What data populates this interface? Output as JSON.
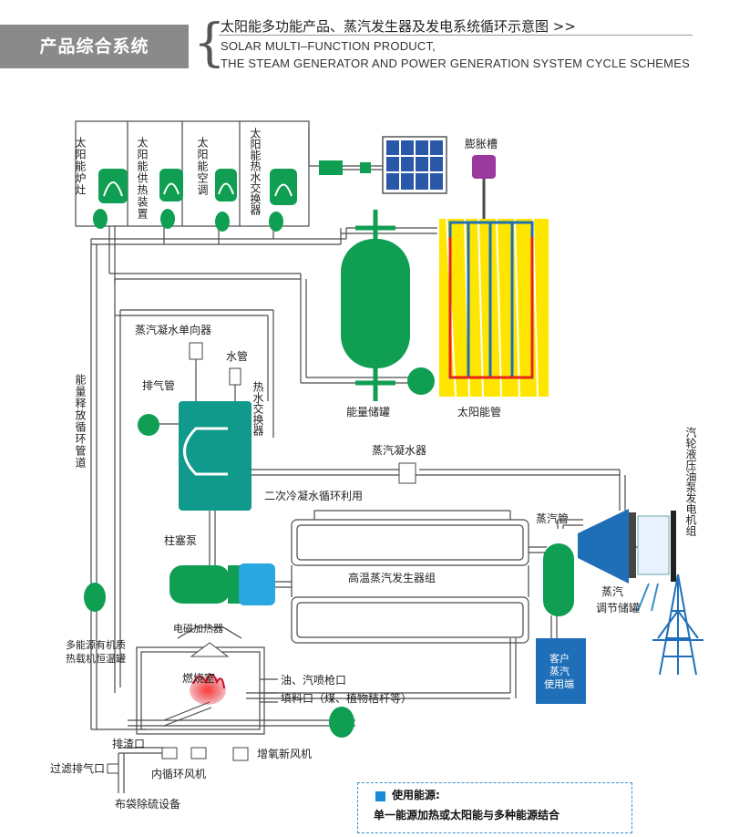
{
  "header": {
    "tag": "产品综合系统",
    "title_cn": "太阳能多功能产品、蒸汽发生器及发电系统循环示意图 >>",
    "title_en_line1": "SOLAR MULTI–FUNCTION PRODUCT,",
    "title_en_line2": "THE STEAM GENERATOR AND POWER GENERATION SYSTEM CYCLE SCHEMES"
  },
  "labels": {
    "solar_stove": "太阳能炉灶",
    "solar_heating": "太阳能供热装置",
    "solar_ac": "太阳能空调",
    "solar_hot_water_exchanger": "太阳能热水交换器",
    "expansion_tank": "膨胀槽",
    "steam_condensate_check_valve": "蒸汽凝水单向器",
    "water_pipe": "水管",
    "exhaust_pipe": "排气管",
    "hot_water_exchanger": "热水交换器",
    "energy_storage_tank": "能量储罐",
    "solar_tubes": "太阳能管",
    "energy_release_loop": "能量释放循环管道",
    "steam_condenser": "蒸汽凝水器",
    "secondary_condensate_reuse": "二次冷凝水循环利用",
    "turbine_generator": "汽轮液压油泵发电机组",
    "plunger_pump": "柱塞泵",
    "steam_pipe": "蒸汽管",
    "high_temp_steam_generator": "高温蒸汽发生器组",
    "steam_regulating_tank_1": "蒸汽",
    "steam_regulating_tank_2": "调节储罐",
    "multi_energy_tank_1": "多能源有机质",
    "multi_energy_tank_2": "热载机恒温罐",
    "electromagnetic_heater": "电磁加热器",
    "combustion_chamber": "燃烧室",
    "oil_gas_nozzle": "油、汽喷枪口",
    "feed_port": "填料口（煤、植物秸杆等）",
    "customer_steam_1": "客户",
    "customer_steam_2": "蒸汽",
    "customer_steam_3": "使用端",
    "slag_outlet": "排渣口",
    "filtered_exhaust": "过滤排气口",
    "internal_circulation_fan": "内循环风机",
    "oxygen_fan": "增氧新风机",
    "bag_desulfurization": "布袋除硫设备"
  },
  "legend": {
    "title": "使用能源:",
    "text": "单一能源加热或太阳能与多种能源结合"
  },
  "colors": {
    "pipe": "#4a4a4a",
    "green": "#0f9e52",
    "teal": "#0f9a8c",
    "blue": "#1f6fb8",
    "yellow": "#ffe600",
    "red": "#e8231b",
    "purple": "#9b3a9e",
    "solar_panel": "#2a58a8",
    "pump_blue": "#29a7e0"
  }
}
